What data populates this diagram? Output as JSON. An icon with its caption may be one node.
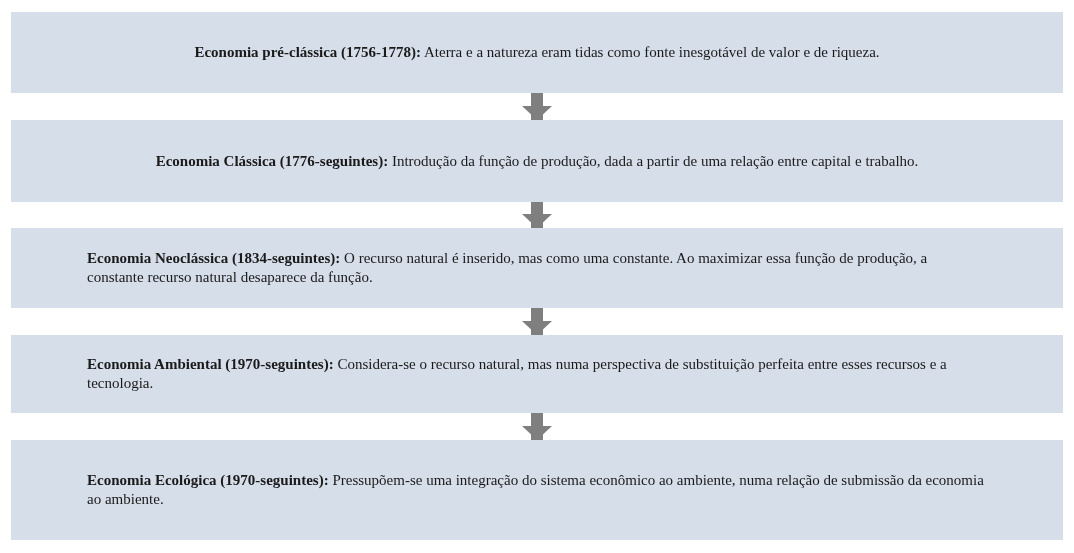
{
  "diagram": {
    "nodes": [
      {
        "text": [
          "**Economia pré-clássica (1756-1778):** Aterra e a natureza eram tidas como fonte inesgotável de valor e de riqueza."
        ]
      },
      {
        "text": [
          "**Economia Clássica (1776-seguintes):** Introdução da função de produção, dada a partir de uma relação entre capital e trabalho."
        ]
      },
      {
        "text": [
          "**Economia Neoclássica (1834-seguintes):** O recurso natural é inserido, mas como uma constante. Ao maximizar essa função de produção, a constante recurso natural desaparece da função."
        ]
      },
      {
        "text": [
          "**Economia Ambiental (1970-seguintes):** Considera-se o recurso natural, mas numa perspectiva de substituição perfeita entre esses recursos e a tecnologia."
        ]
      },
      {
        "text": [
          "**Economia Ecológica (1970-seguintes):** Pressupõem-se uma integração do sistema econômico ao ambiente, numa relação de submissão da economia ao ambiente."
        ]
      }
    ],
    "edges": [
      {
        "from": 0,
        "to": 1,
        "arrow": "to"
      },
      {
        "from": 1,
        "to": 2,
        "arrow": "to"
      },
      {
        "from": 2,
        "to": 3,
        "arrow": "to"
      },
      {
        "from": 3,
        "to": 4,
        "arrow": "to"
      }
    ]
  }
}
